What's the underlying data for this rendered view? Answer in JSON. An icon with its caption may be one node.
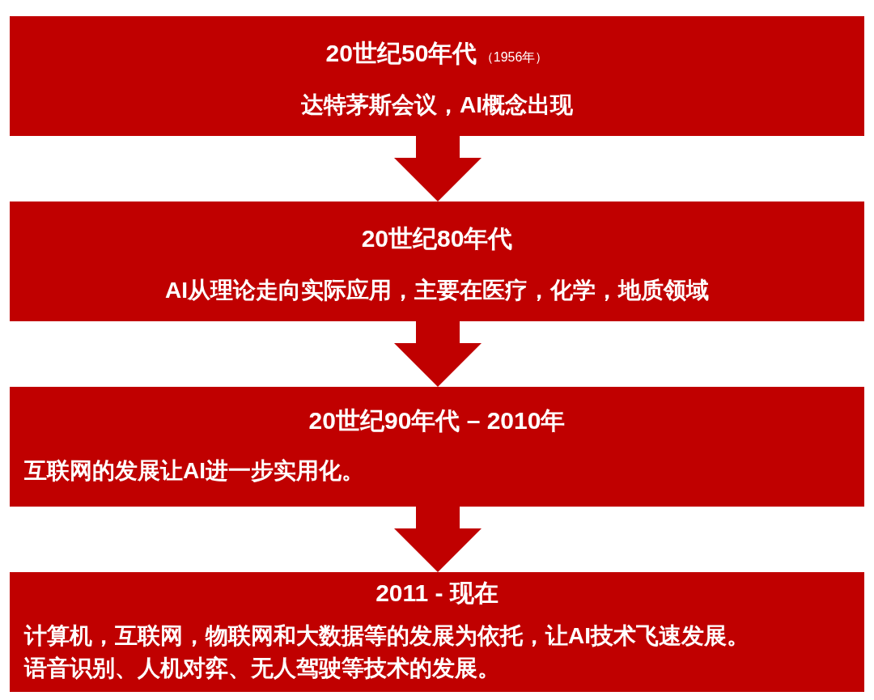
{
  "diagram": {
    "nodes": [
      {
        "text": [
          "20世纪50年代",
          "（1956年）",
          "达特茅斯会议，AI概念出现"
        ]
      },
      {
        "text": [
          "20世纪80年代",
          "AI从理论走向实际应用，主要在医疗，化学，地质领域"
        ]
      },
      {
        "text": [
          "20世纪90年代 – 2010年",
          "互联网的发展让AI进一步实用化。"
        ]
      },
      {
        "text": [
          "2011 - 现在",
          "计算机，互联网，物联网和大数据等的发展为依托，让AI技术飞速发展。",
          "语音识别、人机对弈、无人驾驶等技术的发展。"
        ]
      }
    ],
    "edges": [
      {
        "from": 0,
        "to": 1,
        "arrow": "to"
      },
      {
        "from": 1,
        "to": 2,
        "arrow": "to"
      },
      {
        "from": 2,
        "to": 3,
        "arrow": "to"
      }
    ]
  }
}
